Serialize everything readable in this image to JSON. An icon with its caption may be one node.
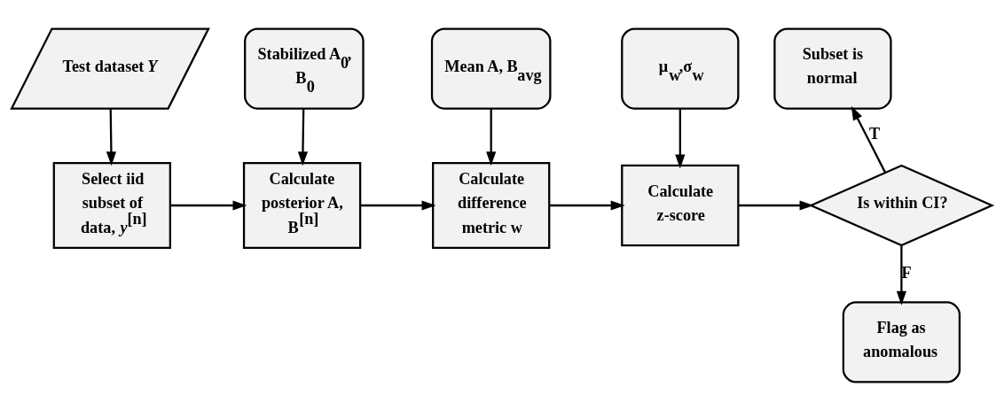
{
  "diagram": {
    "nodes": [
      {
        "text": [
          "Test dataset *Y*"
        ]
      },
      {
        "text": [
          "Stabilized A$_{0}$, B$_{0}$"
        ]
      },
      {
        "text": [
          "Mean A, B$_{avg}$"
        ]
      },
      {
        "text": [
          "μ$_{w}$,σ$_{w}$"
        ]
      },
      {
        "text": [
          "Select iid subset of data, *y*$^{[n]}$"
        ]
      },
      {
        "text": [
          "Calculate posterior A, B$^{[n]}$"
        ]
      },
      {
        "text": [
          "Calculate difference metric w"
        ]
      },
      {
        "text": [
          "Calculate z-score"
        ]
      },
      {
        "text": [
          "Is within CI?"
        ]
      },
      {
        "text": [
          "Subset is normal"
        ]
      },
      {
        "text": [
          "Flag as anomalous"
        ]
      }
    ],
    "edges": [
      {
        "from": 0,
        "to": 4,
        "arrow": "to"
      },
      {
        "from": 1,
        "to": 5,
        "arrow": "to"
      },
      {
        "from": 2,
        "to": 6,
        "arrow": "to"
      },
      {
        "from": 3,
        "to": 7,
        "arrow": "to"
      },
      {
        "from": 4,
        "to": 5,
        "arrow": "to"
      },
      {
        "from": 5,
        "to": 6,
        "arrow": "to"
      },
      {
        "from": 6,
        "to": 7,
        "arrow": "to"
      },
      {
        "from": 7,
        "to": 8,
        "arrow": "to"
      },
      {
        "from": 8,
        "to": 9,
        "arrow": "to",
        "label": "T"
      },
      {
        "from": 8,
        "to": 10,
        "arrow": "to",
        "label": "F"
      }
    ]
  }
}
